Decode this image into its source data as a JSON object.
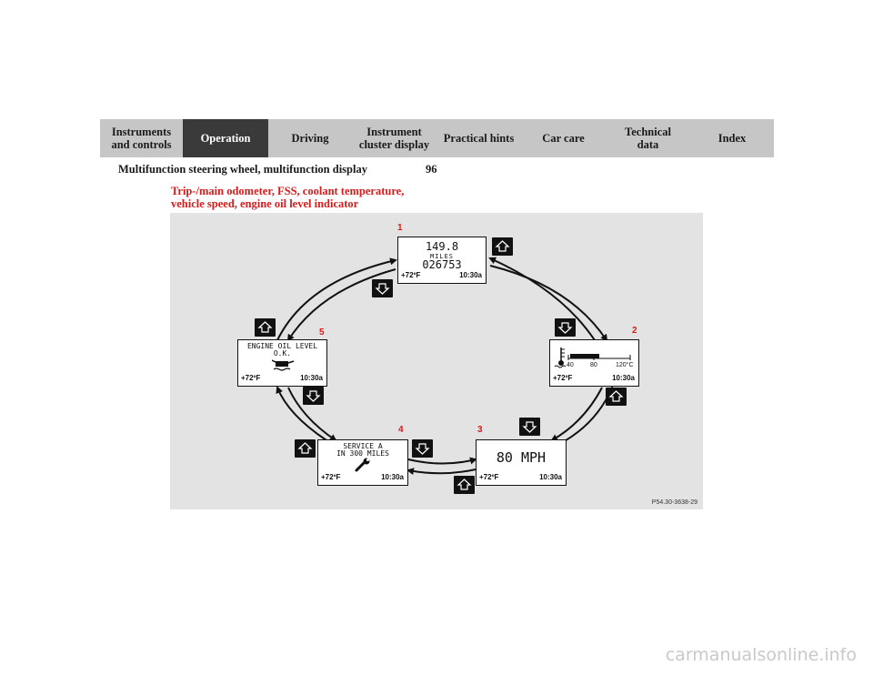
{
  "nav": {
    "tabs": [
      {
        "label": "Instruments\nand controls",
        "active": false
      },
      {
        "label": "Operation",
        "active": true
      },
      {
        "label": "Driving",
        "active": false
      },
      {
        "label": "Instrument\ncluster display",
        "active": false
      },
      {
        "label": "Practical hints",
        "active": false
      },
      {
        "label": "Car care",
        "active": false
      },
      {
        "label": "Technical\ndata",
        "active": false
      },
      {
        "label": "Index",
        "active": false
      }
    ]
  },
  "header": {
    "section_title": "Multifunction steering wheel, multifunction display",
    "page_number": "96"
  },
  "subheading": {
    "line1": "Trip-/main odometer, FSS, coolant temperature,",
    "line2": "vehicle speed, engine oil level indicator"
  },
  "figure": {
    "part_code": "P54.30-3638-29",
    "markers": [
      "1",
      "2",
      "3",
      "4",
      "5"
    ],
    "displays": {
      "odometer": {
        "trip": "149.8",
        "unit": "MILES",
        "total": "026753"
      },
      "coolant": {
        "scale_min": "40",
        "scale_mid": "80",
        "scale_max": "120°C"
      },
      "speed": {
        "value": "80 MPH"
      },
      "service": {
        "line1": "SERVICE A",
        "line2": "IN 300 MILES"
      },
      "oil": {
        "line1": "ENGINE OIL LEVEL",
        "line2": "O.K."
      }
    },
    "footer": {
      "temperature": "+72ºF",
      "time": "10:30a"
    }
  },
  "watermark": "carmanualsonline.info",
  "colors": {
    "accent_red": "#d81b1b",
    "tab_active": "#3a3a3a",
    "tab_inactive": "#c6c6c6",
    "figure_bg": "#e3e3e3"
  }
}
